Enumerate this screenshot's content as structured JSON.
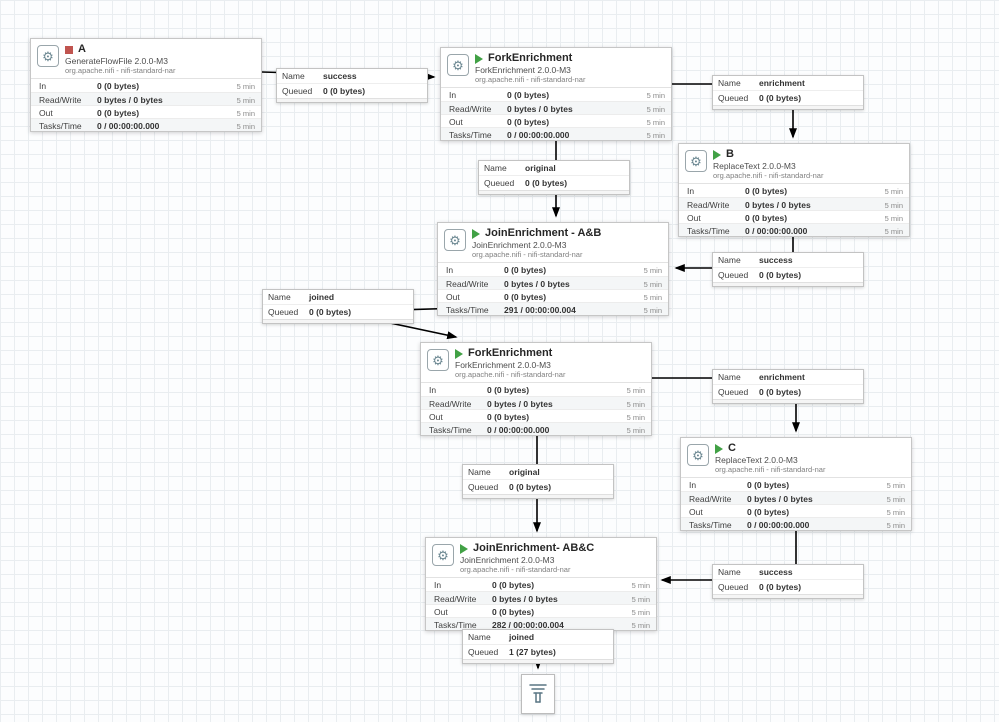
{
  "labels": {
    "in": "In",
    "read_write": "Read/Write",
    "out": "Out",
    "tasks_time": "Tasks/Time",
    "window": "5 min",
    "name": "Name",
    "queued": "Queued"
  },
  "icons": {
    "processor_glyph": "⚙"
  },
  "colors": {
    "running_green": "#41a145",
    "stopped_red": "#c0544f",
    "processor_icon": "#6b8791",
    "wire": "#000000",
    "grid": "#e9edf0"
  },
  "processors": [
    {
      "name": "A",
      "type": "GenerateFlowFile 2.0.0-M3",
      "bundle": "org.apache.nifi - nifi-standard-nar",
      "state": "stopped",
      "stats": {
        "in": "0 (0 bytes)",
        "read_write": "0 bytes / 0 bytes",
        "out": "0 (0 bytes)",
        "tasks_time": "0 / 00:00:00.000"
      }
    },
    {
      "name": "ForkEnrichment",
      "type": "ForkEnrichment 2.0.0-M3",
      "bundle": "org.apache.nifi - nifi-standard-nar",
      "state": "running",
      "stats": {
        "in": "0 (0 bytes)",
        "read_write": "0 bytes / 0 bytes",
        "out": "0 (0 bytes)",
        "tasks_time": "0 / 00:00:00.000"
      }
    },
    {
      "name": "B",
      "type": "ReplaceText 2.0.0-M3",
      "bundle": "org.apache.nifi - nifi-standard-nar",
      "state": "running",
      "stats": {
        "in": "0 (0 bytes)",
        "read_write": "0 bytes / 0 bytes",
        "out": "0 (0 bytes)",
        "tasks_time": "0 / 00:00:00.000"
      }
    },
    {
      "name": "JoinEnrichment - A&B",
      "type": "JoinEnrichment 2.0.0-M3",
      "bundle": "org.apache.nifi - nifi-standard-nar",
      "state": "running",
      "stats": {
        "in": "0 (0 bytes)",
        "read_write": "0 bytes / 0 bytes",
        "out": "0 (0 bytes)",
        "tasks_time": "291 / 00:00:00.004"
      }
    },
    {
      "name": "ForkEnrichment",
      "type": "ForkEnrichment 2.0.0-M3",
      "bundle": "org.apache.nifi - nifi-standard-nar",
      "state": "running",
      "stats": {
        "in": "0 (0 bytes)",
        "read_write": "0 bytes / 0 bytes",
        "out": "0 (0 bytes)",
        "tasks_time": "0 / 00:00:00.000"
      }
    },
    {
      "name": "C",
      "type": "ReplaceText 2.0.0-M3",
      "bundle": "org.apache.nifi - nifi-standard-nar",
      "state": "running",
      "stats": {
        "in": "0 (0 bytes)",
        "read_write": "0 bytes / 0 bytes",
        "out": "0 (0 bytes)",
        "tasks_time": "0 / 00:00:00.000"
      }
    },
    {
      "name": "JoinEnrichment- AB&C",
      "type": "JoinEnrichment 2.0.0-M3",
      "bundle": "org.apache.nifi - nifi-standard-nar",
      "state": "running",
      "stats": {
        "in": "0 (0 bytes)",
        "read_write": "0 bytes / 0 bytes",
        "out": "0 (0 bytes)",
        "tasks_time": "282 / 00:00:00.004"
      }
    }
  ],
  "connections": [
    {
      "name": "success",
      "queued": "0 (0 bytes)"
    },
    {
      "name": "enrichment",
      "queued": "0 (0 bytes)"
    },
    {
      "name": "original",
      "queued": "0 (0 bytes)"
    },
    {
      "name": "success",
      "queued": "0 (0 bytes)"
    },
    {
      "name": "joined",
      "queued": "0 (0 bytes)"
    },
    {
      "name": "enrichment",
      "queued": "0 (0 bytes)"
    },
    {
      "name": "original",
      "queued": "0 (0 bytes)"
    },
    {
      "name": "success",
      "queued": "0 (0 bytes)"
    },
    {
      "name": "joined",
      "queued": "1 (27 bytes)"
    }
  ]
}
